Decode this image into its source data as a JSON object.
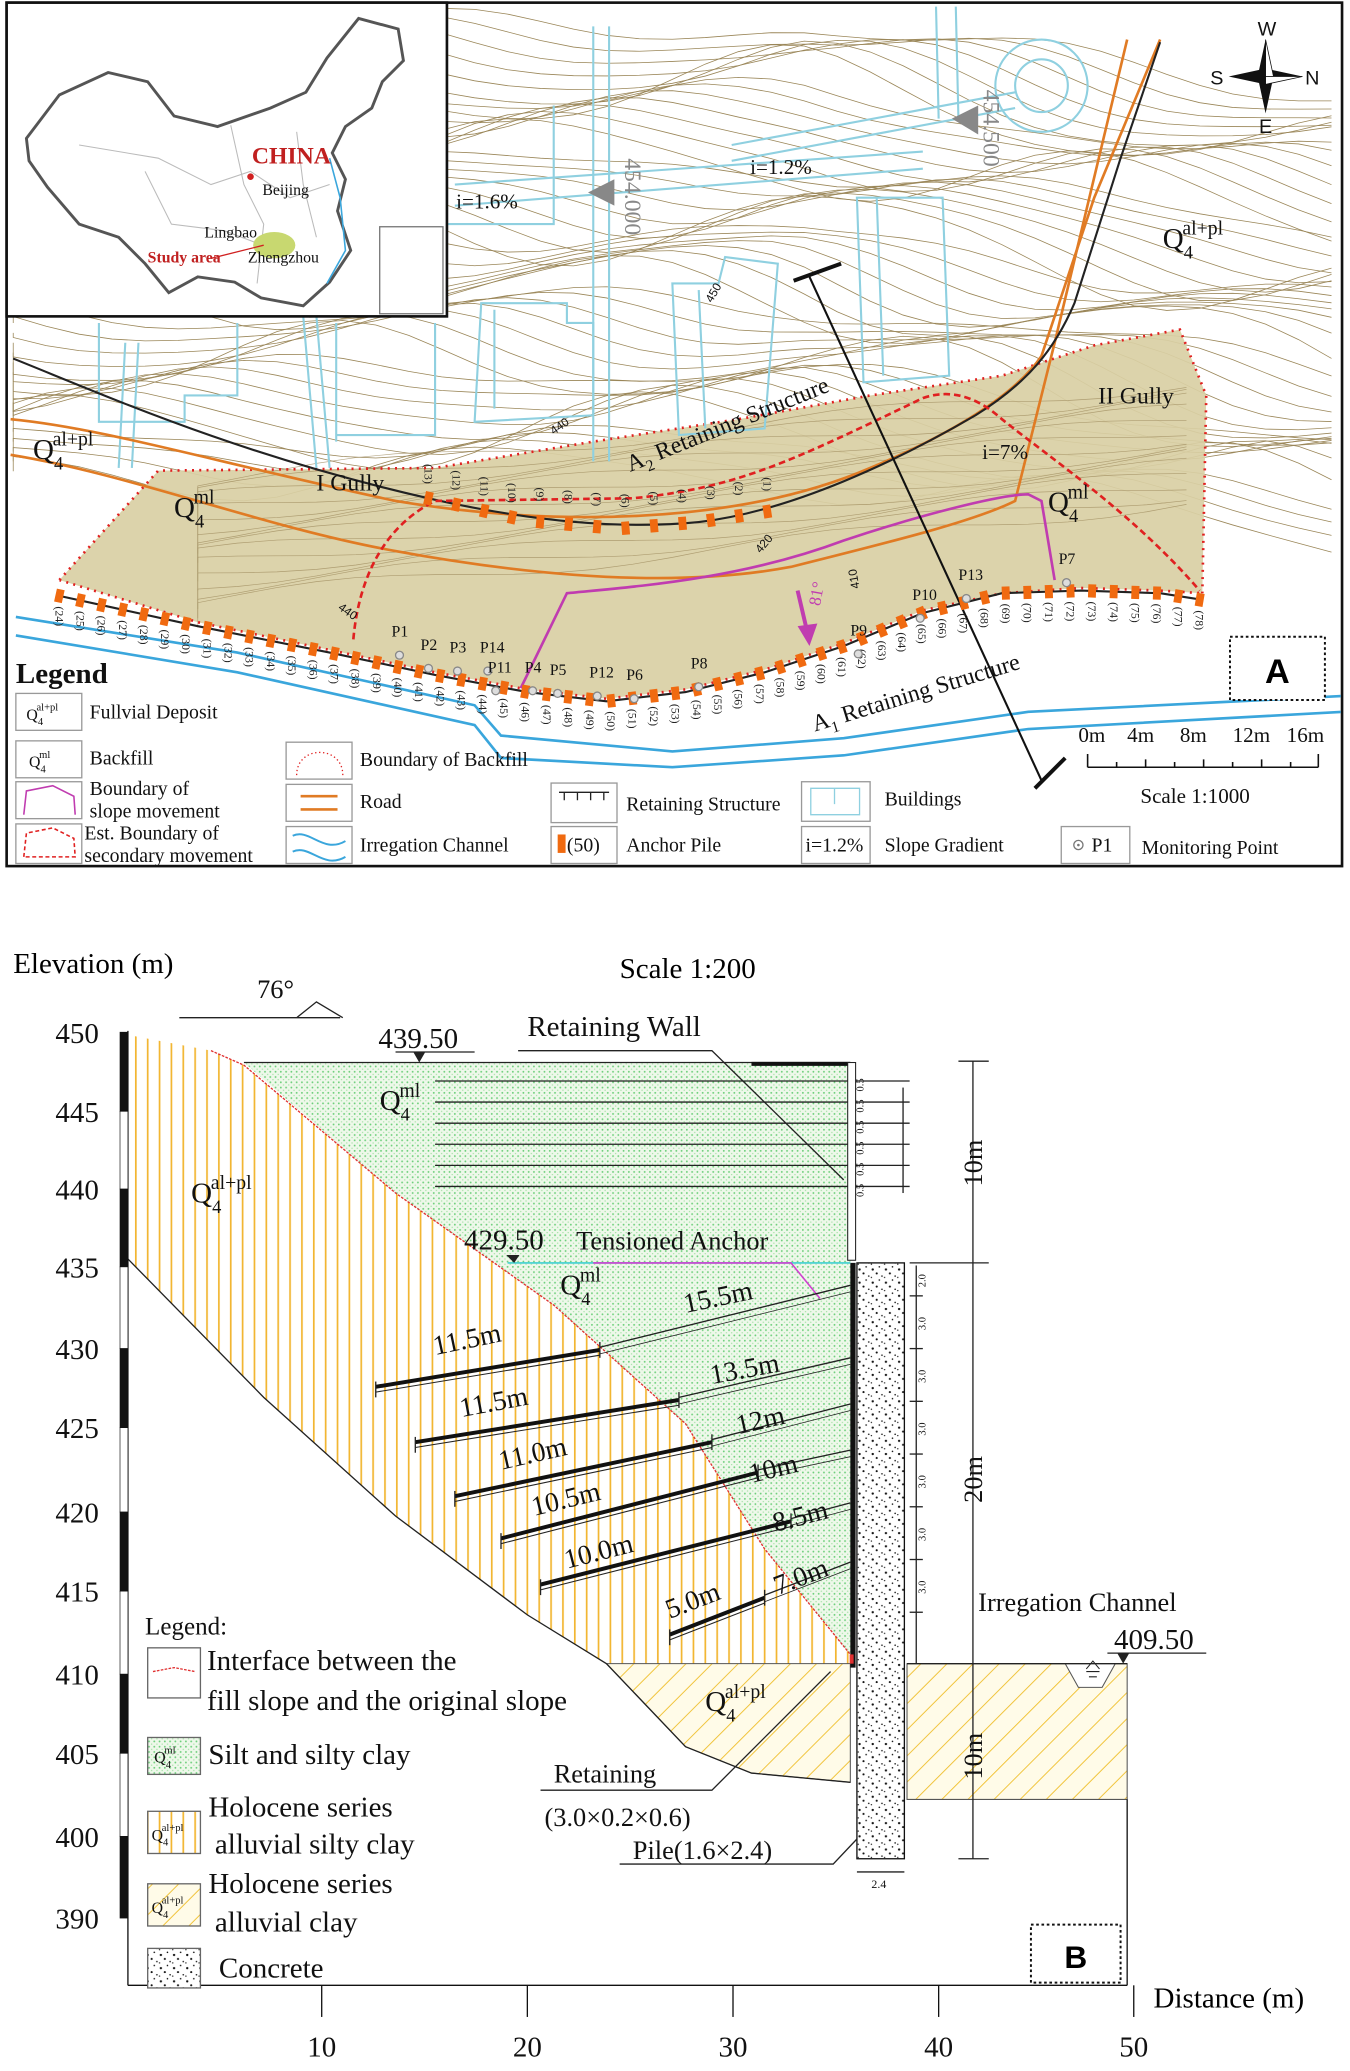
{
  "panel_a": {
    "panel_label": "A",
    "inset": {
      "country": "CHINA",
      "beijing": "Beijing",
      "lingbao": "Lingbao",
      "zhengzhou": "Zhengzhou",
      "study_area": "Study area"
    },
    "compass": {
      "w": "W",
      "s": "S",
      "n": "N",
      "e": "E"
    },
    "formations": {
      "alpl": {
        "base": "Q",
        "sub": "4",
        "sup": "al+pl"
      },
      "ml": {
        "base": "Q",
        "sub": "4",
        "sup": "ml"
      }
    },
    "labels": {
      "gully_1": "I Gully",
      "gully_2": "II Gully",
      "a2_prefix": "A",
      "a2_sub": "2",
      "a2_text": " Retaining Structure",
      "a1_prefix": "A",
      "a1_sub": "1",
      "a1_text": " Retaining Structure",
      "grad_1": "i=1.6%",
      "grad_2": "i=1.2%",
      "grad_3": "i=7%",
      "benchmark_1": "454.000",
      "benchmark_2": "454.500",
      "dip": "81°",
      "contour_440a": "440",
      "contour_440b": "440",
      "contour_450": "450",
      "contour_420": "420",
      "contour_410": "410"
    },
    "monitoring_points": [
      "P1",
      "P2",
      "P3",
      "P14",
      "P11",
      "P4",
      "P5",
      "P12",
      "P6",
      "P8",
      "P9",
      "P10",
      "P13",
      "P7"
    ],
    "anchor_piles_a2": [
      "(13)",
      "(12)",
      "(11)",
      "(10)",
      "(9)",
      "(8)",
      "(7)",
      "(6)",
      "(5)",
      "(4)",
      "(3)",
      "(2)",
      "(1)"
    ],
    "anchor_piles_a1": [
      "(24)",
      "(25)",
      "(26)",
      "(27)",
      "(28)",
      "(29)",
      "(30)",
      "(31)",
      "(32)",
      "(33)",
      "(34)",
      "(35)",
      "(36)",
      "(37)",
      "(38)",
      "(39)",
      "(40)",
      "(41)",
      "(42)",
      "(43)",
      "(44)",
      "(45)",
      "(46)",
      "(47)",
      "(48)",
      "(49)",
      "(50)",
      "(51)",
      "(52)",
      "(53)",
      "(54)",
      "(55)",
      "(56)",
      "(57)",
      "(58)",
      "(59)",
      "(60)",
      "(61)",
      "(62)",
      "(63)",
      "(64)",
      "(65)",
      "(66)",
      "(67)",
      "(68)",
      "(69)",
      "(70)",
      "(71)",
      "(72)",
      "(73)",
      "(74)",
      "(75)",
      "(76)",
      "(77)",
      "(78)"
    ],
    "scale_bar": {
      "ticks": [
        "0m",
        "4m",
        "8m",
        "12m",
        "16m"
      ],
      "scale": "Scale 1:1000"
    },
    "legend": {
      "title": "Legend",
      "fullvial": "Fullvial Deposit",
      "backfill": "Backfill",
      "slope_move_1": "Boundary of",
      "slope_move_2": "slope movement",
      "secondary_1": "Est. Boundary of",
      "secondary_2": "secondary movement",
      "boundary_backfill": "Boundary of Backfill",
      "road": "Road",
      "irrigation": "Irregation Channel",
      "retaining": "Retaining Structure",
      "pile_sample": "(50)",
      "anchor_pile": "Anchor Pile",
      "buildings": "Buildings",
      "gradient_sample": "i=1.2%",
      "slope_gradient": "Slope Gradient",
      "mp_sample": "P1",
      "monitoring_point": "Monitoring Point"
    },
    "colors": {
      "backfill": "#d9cfa4",
      "road": "#e07b24",
      "channel": "#3aa6dc",
      "building": "#8fd0e0",
      "pile": "#f06a10",
      "contour": "#9a8658",
      "movement": "#c03cb0",
      "secondary": "#e02020"
    }
  },
  "panel_b": {
    "panel_label": "B",
    "y_axis_label": "Elevation (m)",
    "x_axis_label": "Distance (m)",
    "scale": "Scale 1:200",
    "y_ticks": [
      "450",
      "445",
      "440",
      "435",
      "430",
      "425",
      "420",
      "415",
      "410",
      "405",
      "400",
      "390"
    ],
    "x_ticks": [
      "10",
      "20",
      "30",
      "40",
      "50"
    ],
    "angle": "76°",
    "elev_top": "439.50",
    "elev_mid": "429.50",
    "elev_channel": "409.50",
    "retaining_wall": "Retaining Wall",
    "tensioned_anchor": "Tensioned Anchor",
    "irrigation_channel": "Irregation Channel",
    "retaining_1": "Retaining",
    "retaining_2": "(3.0×0.2×0.6)",
    "pile": "Pile(1.6×2.4)",
    "pile_width": "2.4",
    "dim_top": "10m",
    "dim_mid": "20m",
    "dim_bot": "10m",
    "wall_spacing": [
      "0.5",
      "0.5",
      "0.5",
      "0.5",
      "0.5",
      "0.5"
    ],
    "pile_spacing": [
      "2.0",
      "3.0",
      "3.0",
      "3.0",
      "3.0",
      "3.0",
      "3.0"
    ],
    "anchors": [
      {
        "free": "15.5m",
        "bond": "11.5m"
      },
      {
        "free": "13.5m",
        "bond": "11.5m"
      },
      {
        "free": "12m",
        "bond": "11.0m"
      },
      {
        "free": "10m",
        "bond": "10.5m"
      },
      {
        "free": "8.5m",
        "bond": "10.0m"
      },
      {
        "free": "7.0m",
        "bond": "5.0m"
      }
    ],
    "legend": {
      "title": "Legend:",
      "interface_1": "Interface between the",
      "interface_2": "fill slope and the original slope",
      "silt": "Silt and silty clay",
      "silty_clay_1": "Holocene series",
      "silty_clay_2": "alluvial silty clay",
      "clay_1": "Holocene series",
      "clay_2": "alluvial clay",
      "concrete": "Concrete"
    },
    "colors": {
      "fill_slope": "#e6f5e2",
      "silty_clay": "#f2b632",
      "clay": "#f0c030",
      "anchor_cyan": "#40d0d0",
      "anchor_magenta": "#d040d0",
      "interface": "#e03030"
    }
  }
}
